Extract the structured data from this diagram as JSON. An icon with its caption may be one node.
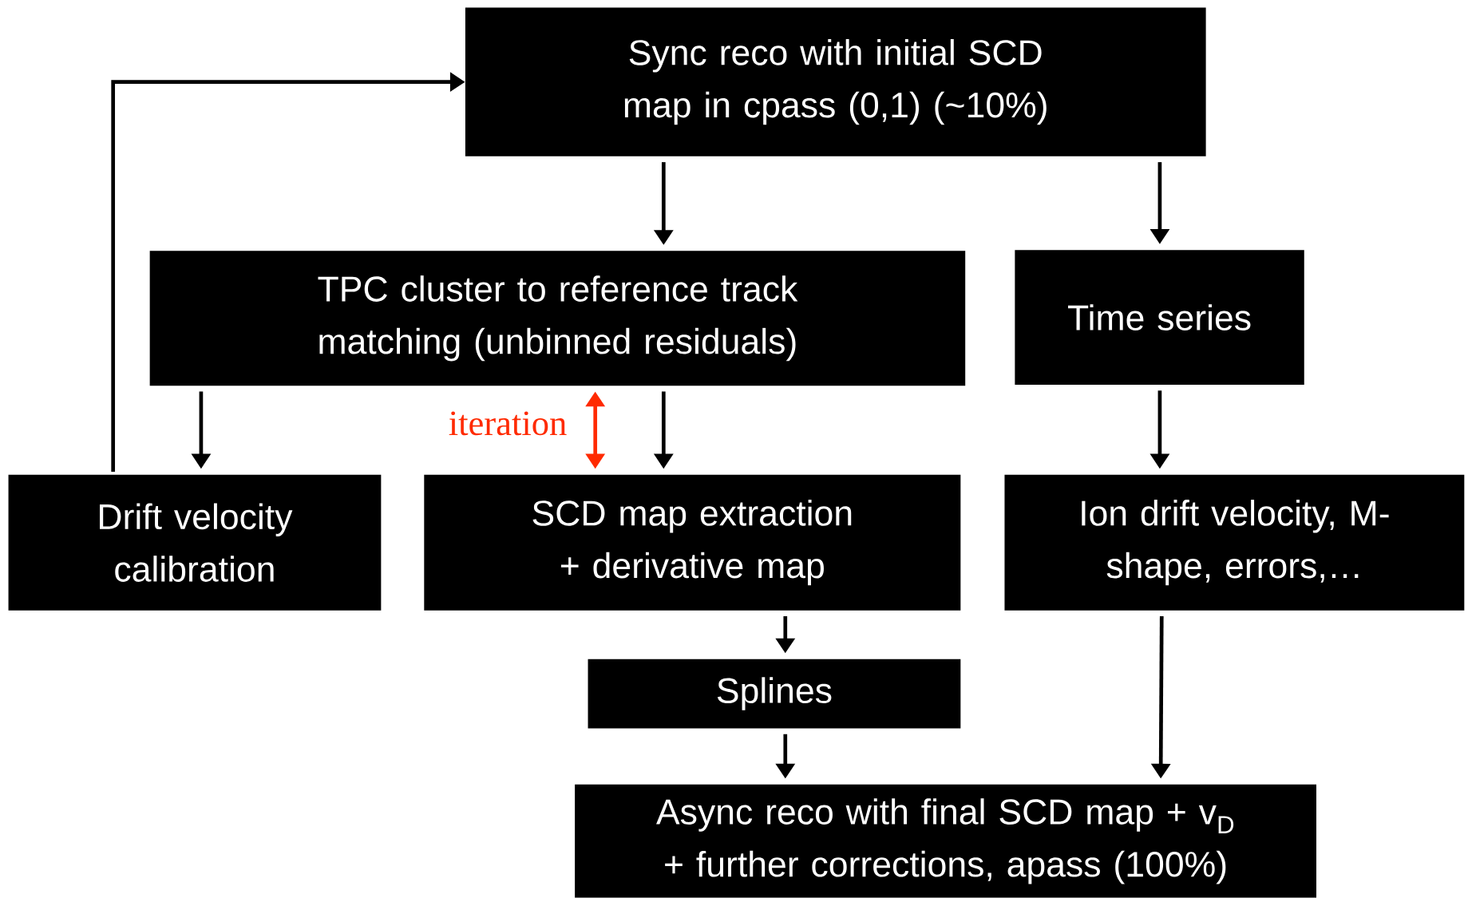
{
  "diagram": {
    "nodes": [
      {
        "text": [
          "Sync reco with initial SCD map in cpass (0,1) (~10%)"
        ]
      },
      {
        "text": [
          "TPC cluster to reference track matching (unbinned residuals)"
        ]
      },
      {
        "text": [
          "Time series"
        ]
      },
      {
        "text": [
          "Drift velocity calibration"
        ]
      },
      {
        "text": [
          "SCD map extraction + derivative map"
        ]
      },
      {
        "text": [
          "Ion drift velocity, M-shape, errors,…"
        ]
      },
      {
        "text": [
          "Splines"
        ]
      },
      {
        "text": [
          "Async reco with final SCD map + v$_{D}$ + further corrections, apass (100%)"
        ]
      }
    ],
    "edges": [
      {
        "from": 0,
        "to": 1,
        "arrow": "to"
      },
      {
        "from": 0,
        "to": 2,
        "arrow": "to"
      },
      {
        "from": 1,
        "to": 3,
        "arrow": "to"
      },
      {
        "from": 1,
        "to": 4,
        "arrow": "both",
        "label": "iteration",
        "color": "#ff2a00"
      },
      {
        "from": 1,
        "to": 4,
        "arrow": "to"
      },
      {
        "from": 3,
        "to": 0,
        "arrow": "to"
      },
      {
        "from": 2,
        "to": 5,
        "arrow": "to"
      },
      {
        "from": 4,
        "to": 6,
        "arrow": "to"
      },
      {
        "from": 6,
        "to": 7,
        "arrow": "to"
      },
      {
        "from": 5,
        "to": 7,
        "arrow": "to"
      }
    ]
  }
}
